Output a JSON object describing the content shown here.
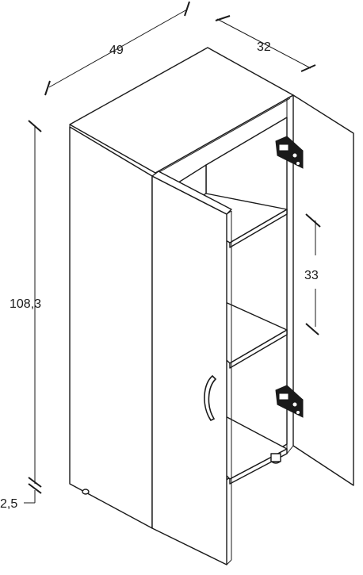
{
  "dimensions": {
    "width": "49",
    "depth": "32",
    "height": "108,3",
    "shelf_spacing": "33",
    "foot_height": "2,5"
  }
}
